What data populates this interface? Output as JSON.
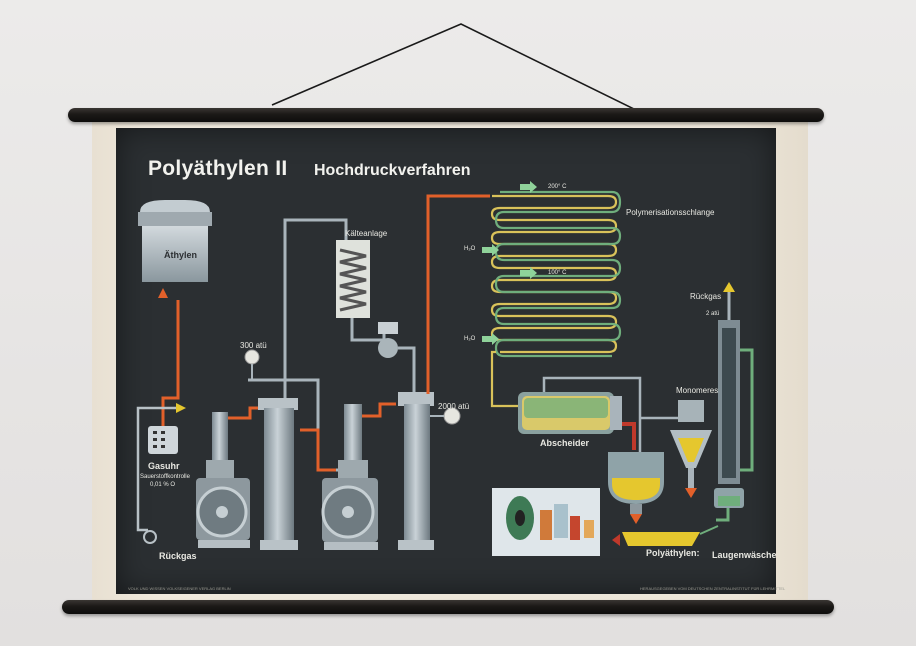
{
  "chart_title": "Polyäthylen II",
  "chart_subtitle": "Hochdruckverfahren",
  "labels": {
    "ethylene": "Äthylen",
    "gas_meter": "Gasuhr",
    "oxygen_control": "Sauerstoffkontrolle",
    "oxygen_value": "0,01 % O",
    "return_gas_left": "Rückgas",
    "pressure_300": "300 atü",
    "cooling": "Kälteanlage",
    "pressure_2000": "2000 atü",
    "temp_200": "200° C",
    "temp_100": "100° C",
    "polymerisation_coil": "Polymerisationsschlange",
    "water_1": "H₂O",
    "water_2": "H₂O",
    "separator": "Abscheider",
    "monomers": "Monomeres",
    "return_gas_right": "Rückgas",
    "pressure_2": "2 atü",
    "polyethylene": "Polyäthylen:",
    "lye_wash": "Laugenwäsche"
  },
  "footer": {
    "left": "VOLK UND WISSEN VOLKSEIGENER VERLAG BERLIN",
    "right": "HERAUSGEGEBEN VOM DEUTSCHEN ZENTRALINSTITUT FÜR LEHRMITTEL"
  },
  "colors": {
    "board": "#2b2f32",
    "pipe_grey": "#a9b4bb",
    "hot_orange": "#e2602a",
    "coil_yellow": "#d9c25a",
    "coil_green": "#6fae7c",
    "product_yellow": "#e5c72e",
    "arrow_green": "#8fd29a"
  }
}
